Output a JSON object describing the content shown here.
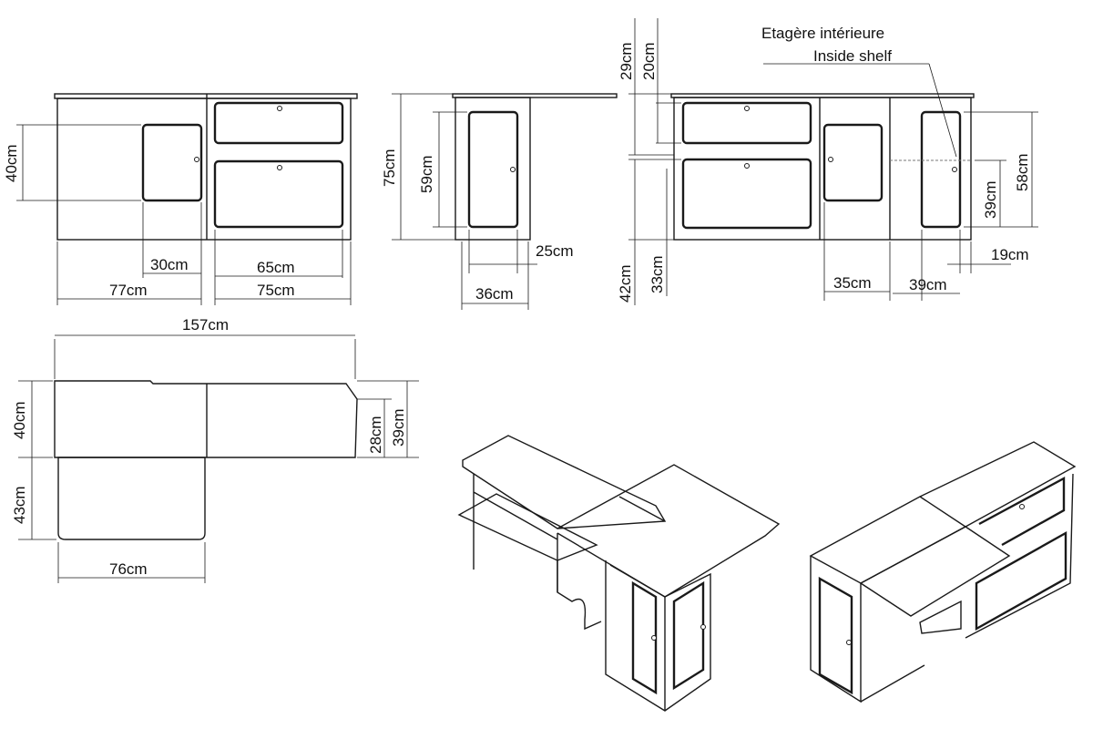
{
  "front_view": {
    "height_door": "40cm",
    "door_width": "30cm",
    "left_width": "77cm",
    "drawer_width": "65cm",
    "right_width": "75cm"
  },
  "side_view": {
    "height_total": "75cm",
    "door_height": "59cm",
    "door_offset": "25cm",
    "depth": "36cm"
  },
  "back_view": {
    "top_gap": "29cm",
    "drawer_height": "20cm",
    "lower_height": "42cm",
    "lower_drawer": "33cm",
    "shelf_label_fr": "Etagère intérieure",
    "shelf_label_en": "Inside shelf",
    "door_height": "58cm",
    "shelf_height": "39cm",
    "edge": "19cm",
    "mid_width": "35cm",
    "right_width": "39cm"
  },
  "top_view": {
    "total_width": "157cm",
    "depth": "40cm",
    "extension": "43cm",
    "ext_width": "76cm",
    "notch_a": "28cm",
    "notch_b": "39cm"
  }
}
